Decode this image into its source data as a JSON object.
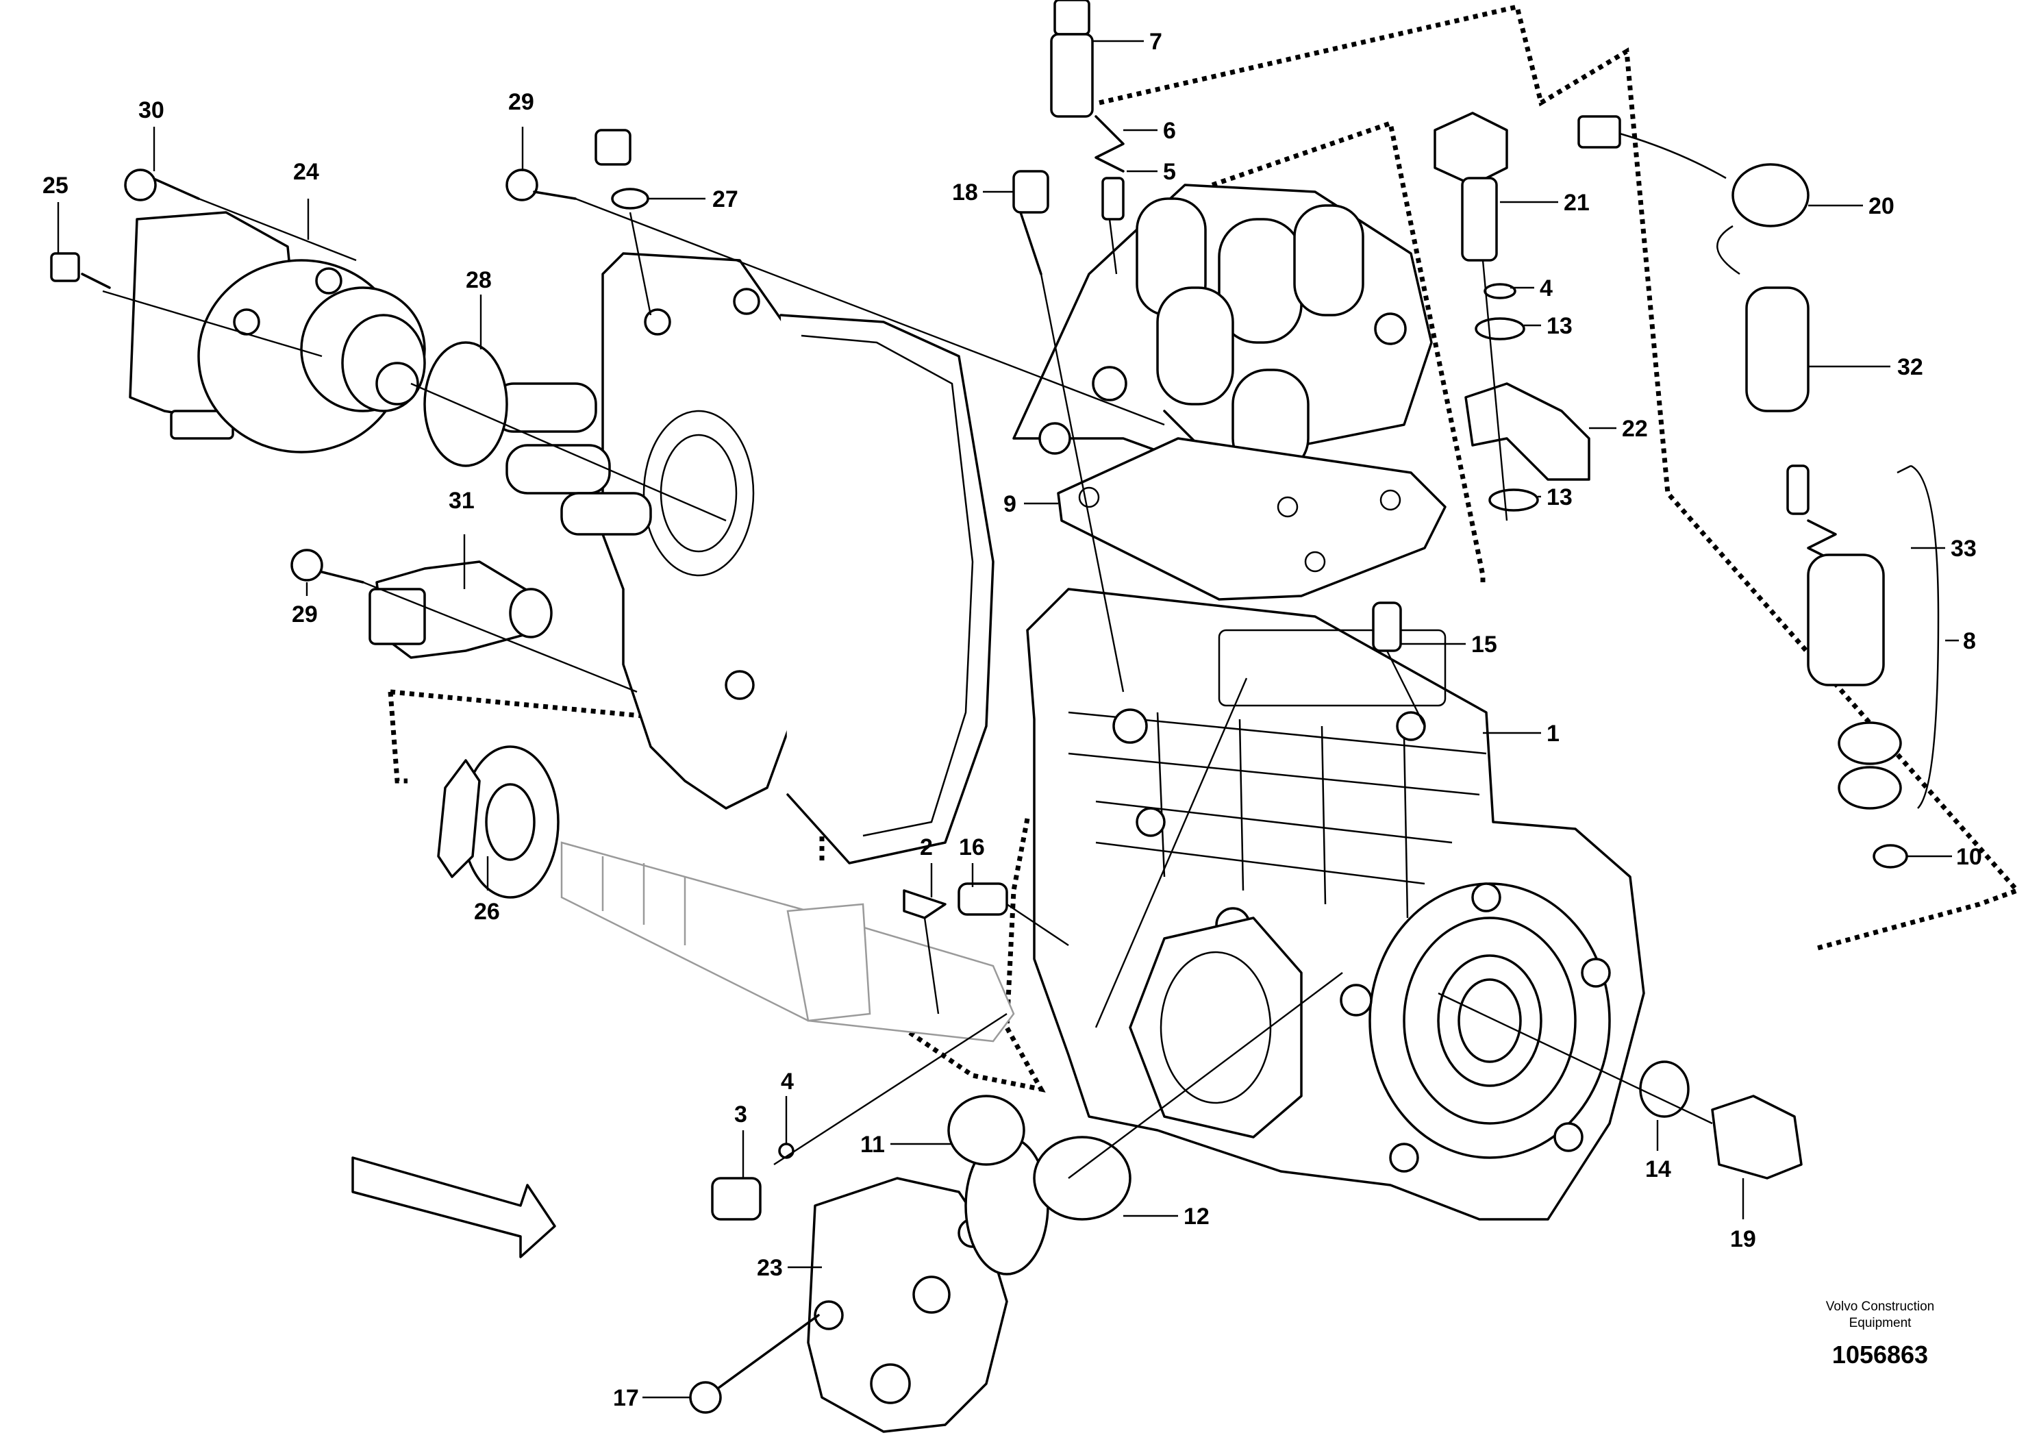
{
  "diagram": {
    "type": "exploded-parts-view",
    "callouts": [
      {
        "id": "c1",
        "label": "1"
      },
      {
        "id": "c2",
        "label": "2"
      },
      {
        "id": "c3",
        "label": "3"
      },
      {
        "id": "c4a",
        "label": "4"
      },
      {
        "id": "c4b",
        "label": "4"
      },
      {
        "id": "c5",
        "label": "5"
      },
      {
        "id": "c6",
        "label": "6"
      },
      {
        "id": "c7",
        "label": "7"
      },
      {
        "id": "c8",
        "label": "8"
      },
      {
        "id": "c9",
        "label": "9"
      },
      {
        "id": "c10",
        "label": "10"
      },
      {
        "id": "c11",
        "label": "11"
      },
      {
        "id": "c12",
        "label": "12"
      },
      {
        "id": "c13a",
        "label": "13"
      },
      {
        "id": "c13b",
        "label": "13"
      },
      {
        "id": "c14",
        "label": "14"
      },
      {
        "id": "c15",
        "label": "15"
      },
      {
        "id": "c16",
        "label": "16"
      },
      {
        "id": "c17",
        "label": "17"
      },
      {
        "id": "c18",
        "label": "18"
      },
      {
        "id": "c19",
        "label": "19"
      },
      {
        "id": "c20",
        "label": "20"
      },
      {
        "id": "c21",
        "label": "21"
      },
      {
        "id": "c22",
        "label": "22"
      },
      {
        "id": "c23",
        "label": "23"
      },
      {
        "id": "c24",
        "label": "24"
      },
      {
        "id": "c25",
        "label": "25"
      },
      {
        "id": "c26",
        "label": "26"
      },
      {
        "id": "c27",
        "label": "27"
      },
      {
        "id": "c28",
        "label": "28"
      },
      {
        "id": "c29a",
        "label": "29"
      },
      {
        "id": "c29b",
        "label": "29"
      },
      {
        "id": "c30",
        "label": "30"
      },
      {
        "id": "c31",
        "label": "31"
      },
      {
        "id": "c32",
        "label": "32"
      },
      {
        "id": "c33",
        "label": "33"
      }
    ]
  },
  "credit": {
    "line1": "Volvo Construction",
    "line2": "Equipment",
    "doc_number": "1056863"
  }
}
